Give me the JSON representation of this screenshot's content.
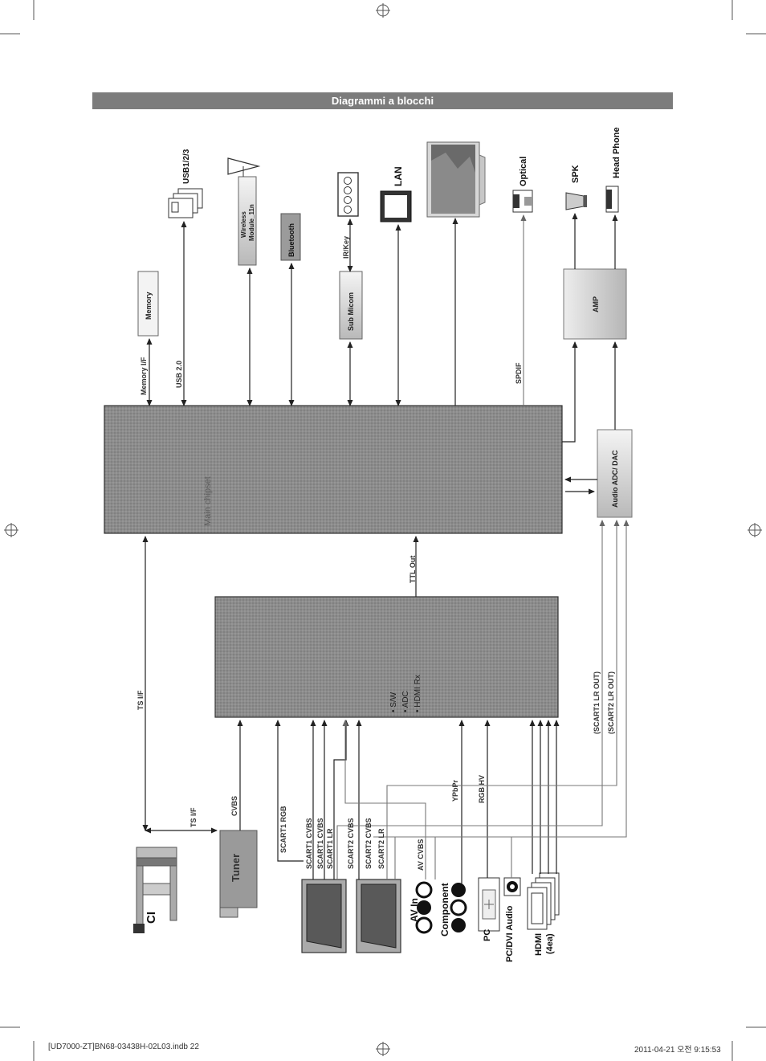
{
  "header": {
    "title": "Diagrammi a blocchi"
  },
  "footer": {
    "file": "[UD7000-ZT]BN68-03438H-02L03.indb   22",
    "timestamp": "2011-04-21   오전 9:15:53"
  },
  "blocks": {
    "main_chipset": "Main chipset",
    "memory": "Memory",
    "sub_micom": "Sub Micom",
    "wireless": [
      "Wireless",
      "Module_11n"
    ],
    "bluetooth": "Bluetooth",
    "amp": "AMP",
    "audio_adc_dac": "Audio ADC/ DAC",
    "tuner": "Tuner",
    "ci": "CI",
    "input_chip_items": [
      "• S/W",
      "• ADC",
      "• HDMI Rx"
    ]
  },
  "signals": {
    "memory_if": "Memory I/F",
    "usb_20": "USB 2.0",
    "ir_key": "IR/Key",
    "spdif": "SPDIF",
    "ttl_out": "TTL Out",
    "ts_if_main": "TS I/F",
    "ts_if_ci": "TS I/F",
    "cvbs": "CVBS",
    "scart1_rgb": "SCART1 RGB",
    "scart1_cvbs_a": "SCART1 CVBS",
    "scart1_cvbs_b": "SCART1 CVBS",
    "scart1_lr": "SCART1 LR",
    "scart2_cvbs_a": "SCART2 CVBS",
    "scart2_cvbs_b": "SCART2 CVBS",
    "scart2_lr": "SCART2 LR",
    "av_cvbs": "AV CVBS",
    "ypbpr": "YPbPr",
    "rgb_hv": "RGB HV",
    "scart1_lr_out": "(SCART1 LR OUT)",
    "scart2_lr_out": "(SCART2 LR OUT)"
  },
  "peripherals": {
    "usb": "USB1/2/3",
    "lan": "LAN",
    "optical": "Optical",
    "spk": "SPK",
    "head_phone": "Head Phone",
    "av_in": "AV In",
    "component": "Component",
    "pc": "PC",
    "pc_dvi_audio": "PC/DVI Audio",
    "hdmi": [
      "HDMI",
      "(4ea)"
    ]
  },
  "colors": {
    "block_dark": "#8a8a8a",
    "block_light": "#e6e6e6",
    "line": "#333333",
    "line_gray": "#777777"
  },
  "icons": [
    "usb-connectors-icon",
    "antenna-icon",
    "remote-receiver-icon",
    "lan-jack-icon",
    "tv-panel-icon",
    "optical-jack-icon",
    "speaker-icon",
    "headphone-jack-icon",
    "ci-slot-icon",
    "scart-connector-icon",
    "rca-connector-icon",
    "vga-connector-icon",
    "audio-jack-icon",
    "hdmi-connectors-icon"
  ]
}
